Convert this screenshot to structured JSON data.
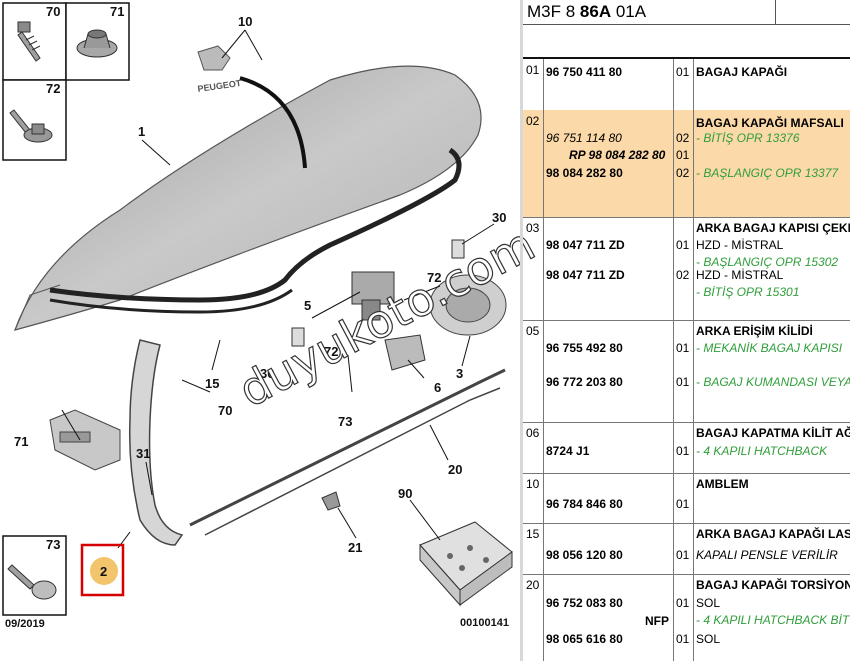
{
  "header": {
    "code_prefix": "M3F 8",
    "code_bold": "86A",
    "code_suffix": "01A"
  },
  "diagram": {
    "thumbnails": [
      "70",
      "71",
      "72",
      "73"
    ],
    "callouts": [
      "10",
      "1",
      "30",
      "72",
      "5",
      "30",
      "72",
      "6",
      "3",
      "15",
      "70",
      "73",
      "20",
      "71",
      "31",
      "90",
      "21",
      "2"
    ],
    "badge_text": "PEUGEOT",
    "date": "09/2019",
    "ref": "00100141",
    "watermark": "duyukoto.com",
    "highlight_color": "#d60000",
    "bubble_color": "#f2c46c"
  },
  "groups": [
    {
      "idx": "01",
      "rows": [
        {
          "part": "96 750 411 80",
          "qty": "01",
          "desc": "BAGAJ KAPAĞI",
          "note": ""
        }
      ]
    },
    {
      "idx": "02",
      "rows": [
        {
          "part": "",
          "qty": "",
          "desc": "BAGAJ KAPAĞI MAFSALI",
          "note": ""
        },
        {
          "part": "96 751 114 80",
          "qty": "02",
          "desc": "",
          "note": "- BİTİŞ OPR 13376"
        },
        {
          "part": "RP 98 084 282 80",
          "qty": "01",
          "desc": "",
          "note": ""
        },
        {
          "part": "98 084 282 80",
          "qty": "02",
          "desc": "",
          "note": "- BAŞLANGIÇ OPR 13377"
        }
      ]
    },
    {
      "idx": "03",
      "rows": [
        {
          "part": "",
          "qty": "",
          "desc": "ARKA BAGAJ KAPISI ÇEKME",
          "note": ""
        },
        {
          "part": "98 047 711 ZD",
          "qty": "01",
          "desc": "HZD - MİSTRAL",
          "note": "- BAŞLANGIÇ OPR 15302"
        },
        {
          "part": "98 047 711 ZD",
          "qty": "02",
          "desc": "HZD - MİSTRAL",
          "note": "- BİTİŞ OPR 15301"
        }
      ]
    },
    {
      "idx": "05",
      "rows": [
        {
          "part": "",
          "qty": "",
          "desc": "ARKA ERİŞİM KİLİDİ",
          "note": ""
        },
        {
          "part": "96 755 492 80",
          "qty": "01",
          "desc": "",
          "note": "- MEKANİK BAGAJ KAPISI"
        },
        {
          "part": "96 772 203 80",
          "qty": "01",
          "desc": "",
          "note": "- BAGAJ KUMANDASI VEYA"
        }
      ]
    },
    {
      "idx": "06",
      "rows": [
        {
          "part": "",
          "qty": "",
          "desc": "BAGAJ KAPATMA KİLİT AĞ",
          "note": ""
        },
        {
          "part": "8724 J1",
          "qty": "01",
          "desc": "",
          "note": "- 4 KAPILI HATCHBACK"
        }
      ]
    },
    {
      "idx": "10",
      "rows": [
        {
          "part": "",
          "qty": "",
          "desc": "AMBLEM",
          "note": ""
        },
        {
          "part": "96 784 846 80",
          "qty": "01",
          "desc": "",
          "note": ""
        }
      ]
    },
    {
      "idx": "15",
      "rows": [
        {
          "part": "",
          "qty": "",
          "desc": "ARKA BAGAJ KAPAĞI LAST",
          "note": ""
        },
        {
          "part": "98 056 120 80",
          "qty": "01",
          "desc": "KAPALI PENSLE VERİLİR",
          "note": ""
        }
      ]
    },
    {
      "idx": "20",
      "rows": [
        {
          "part": "",
          "qty": "",
          "desc": "BAGAJ KAPAĞI TORSİYON",
          "note": ""
        },
        {
          "part": "96 752 083 80",
          "qty": "01",
          "desc": "SOL",
          "note": "- 4 KAPILI HATCHBACK BİT"
        },
        {
          "part": "NFP",
          "qty": "",
          "desc": "",
          "note": ""
        },
        {
          "part": "98 065 616 80",
          "qty": "01",
          "desc": "SOL",
          "note": ""
        }
      ]
    }
  ]
}
